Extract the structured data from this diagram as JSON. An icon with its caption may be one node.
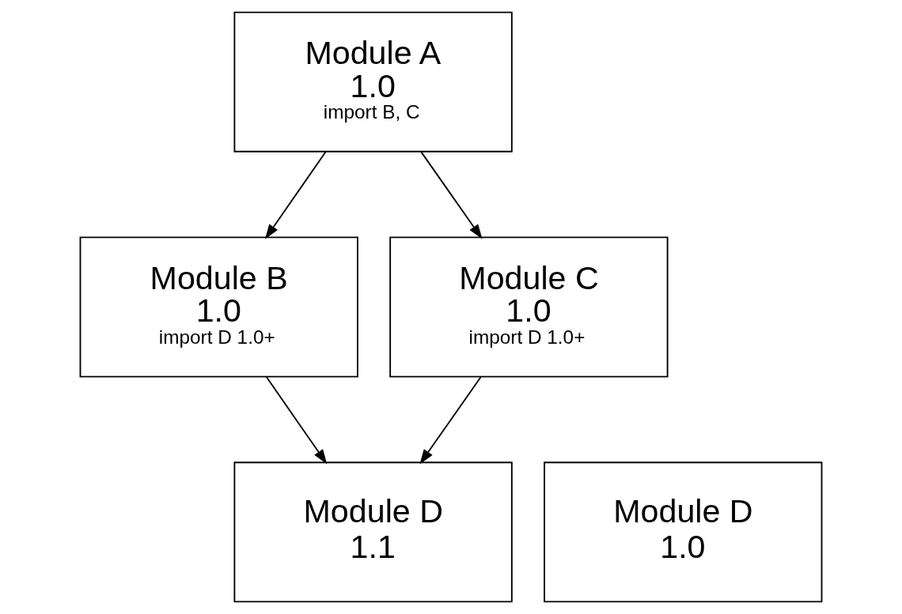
{
  "diagram": {
    "nodes": [
      {
        "text": [
          "Module A",
          "1.0",
          "import B, C"
        ]
      },
      {
        "text": [
          "Module B",
          "1.0",
          "import D 1.0+"
        ]
      },
      {
        "text": [
          "Module C",
          "1.0",
          "import D 1.0+"
        ]
      },
      {
        "text": [
          "Module D",
          "1.1"
        ]
      },
      {
        "text": [
          "Module D",
          "1.0"
        ]
      }
    ],
    "edges": [
      {
        "from": 0,
        "to": 1,
        "arrow": "to"
      },
      {
        "from": 0,
        "to": 2,
        "arrow": "to"
      },
      {
        "from": 1,
        "to": 3,
        "arrow": "to"
      },
      {
        "from": 2,
        "to": 3,
        "arrow": "to"
      }
    ]
  }
}
